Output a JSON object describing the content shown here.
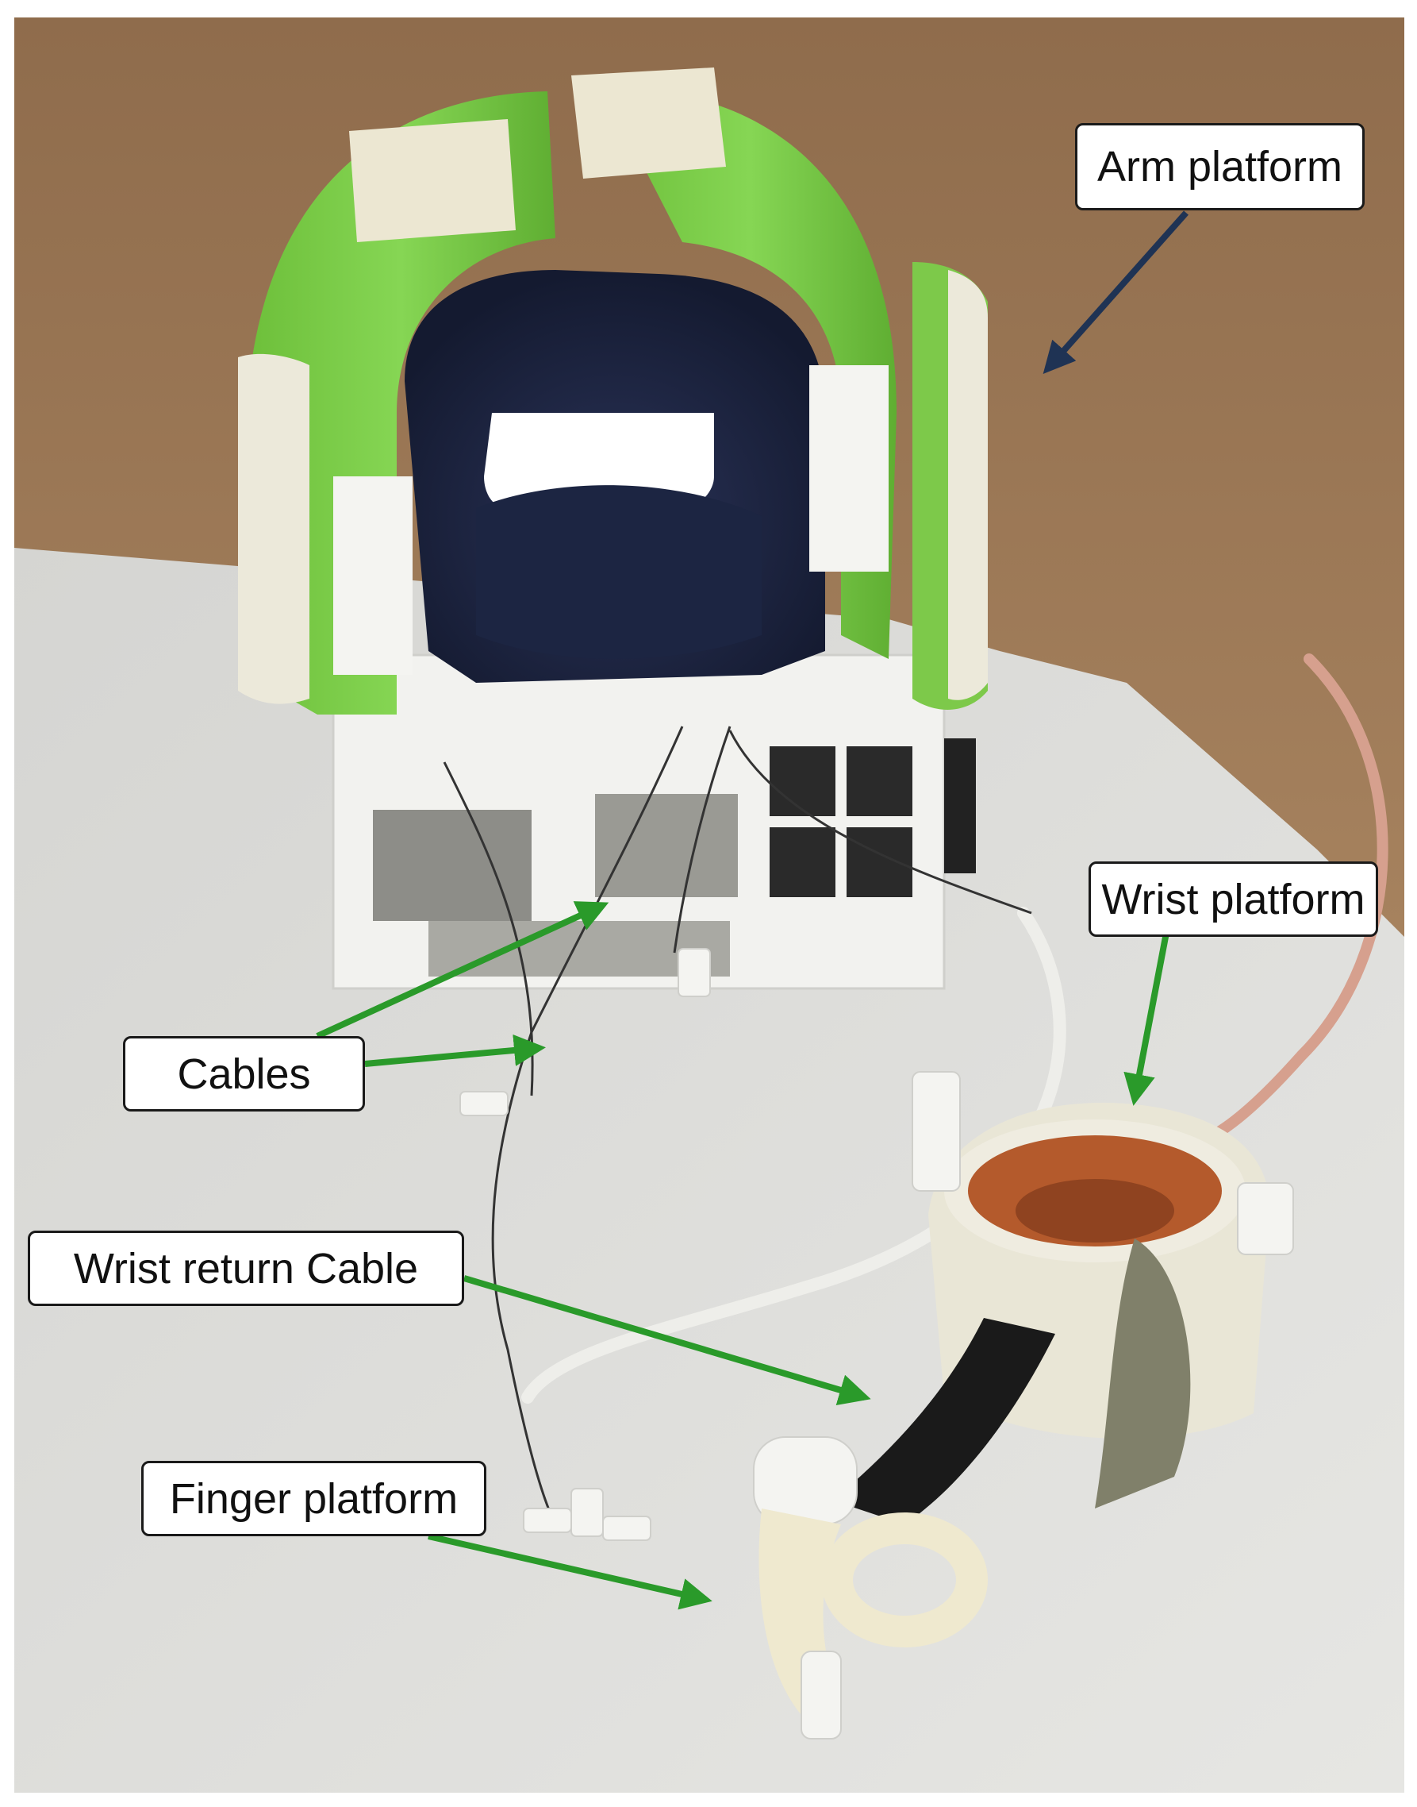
{
  "labels": {
    "arm_platform": "Arm platform",
    "wrist_platform": "Wrist platform",
    "cables": "Cables",
    "wrist_return_cable": "Wrist return Cable",
    "finger_platform": "Finger platform"
  },
  "colors": {
    "cardboard_background": "#9b7653",
    "table_surface": "#dcdcd8",
    "device_green": "#7ed14a",
    "device_white": "#f3f3f0",
    "padding_navy": "#1c2340",
    "wrist_lining": "#b45a2c",
    "strap_black": "#1a1a1a",
    "arm_arrow": "#1f3354",
    "other_arrows": "#2a9a2a"
  }
}
